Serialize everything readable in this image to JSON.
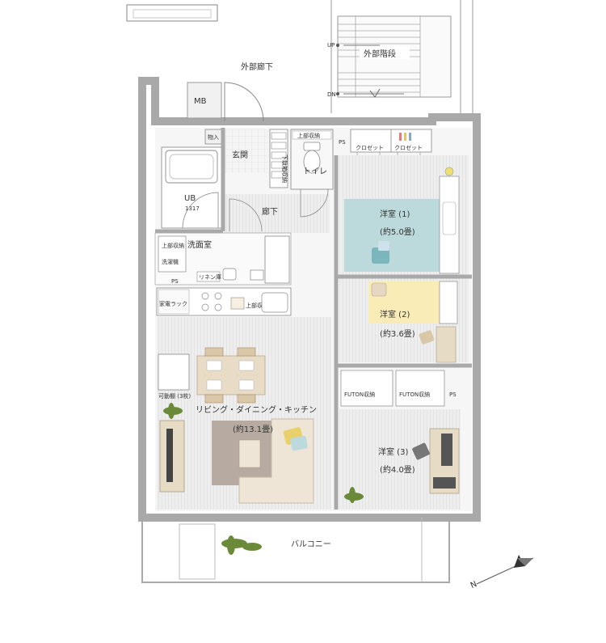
{
  "labels": {
    "outer_corridor": "外部廊下",
    "outer_stairs": "外部階段",
    "up": "UP",
    "dn": "DN",
    "mb": "MB",
    "storage": "物入",
    "genkan": "玄関",
    "shoe_storage": "下駄箱収納",
    "upper_storage": "上部収納",
    "toilet": "トイレ",
    "ps": "PS",
    "closet": "クロゼット",
    "ub": "UB",
    "ub_size": "1317",
    "hall": "廊下",
    "washroom": "洗面室",
    "laundry": "洗濯機",
    "upper_storage_small": "上部収納",
    "linen": "リネン庫",
    "appliance_rack": "家電ラック",
    "kitchen_upper": "上部収納",
    "room1_name": "洋室 (1)",
    "room1_size": "(約5.0畳)",
    "room2_name": "洋室 (2)",
    "room2_size": "(約3.6畳)",
    "futon1": "FUTON収納",
    "futon2": "FUTON収納",
    "room3_name": "洋室 (3)",
    "room3_size": "(約4.0畳)",
    "movable_shelf": "可動棚 (3枚)",
    "ldk_name": "リビング・ダイニング・キッチン",
    "ldk_size": "(約13.1畳)",
    "balcony": "バルコニー",
    "compass_n": "N"
  },
  "colors": {
    "wall": "#a9a9a9",
    "floor": "#eaeaea",
    "room1_fill": "#bcd9dc",
    "room2_fill": "#f9ecb7",
    "sofa": "#efe5d7",
    "rug": "#b7aba1",
    "plant": "#6a8a3a"
  }
}
